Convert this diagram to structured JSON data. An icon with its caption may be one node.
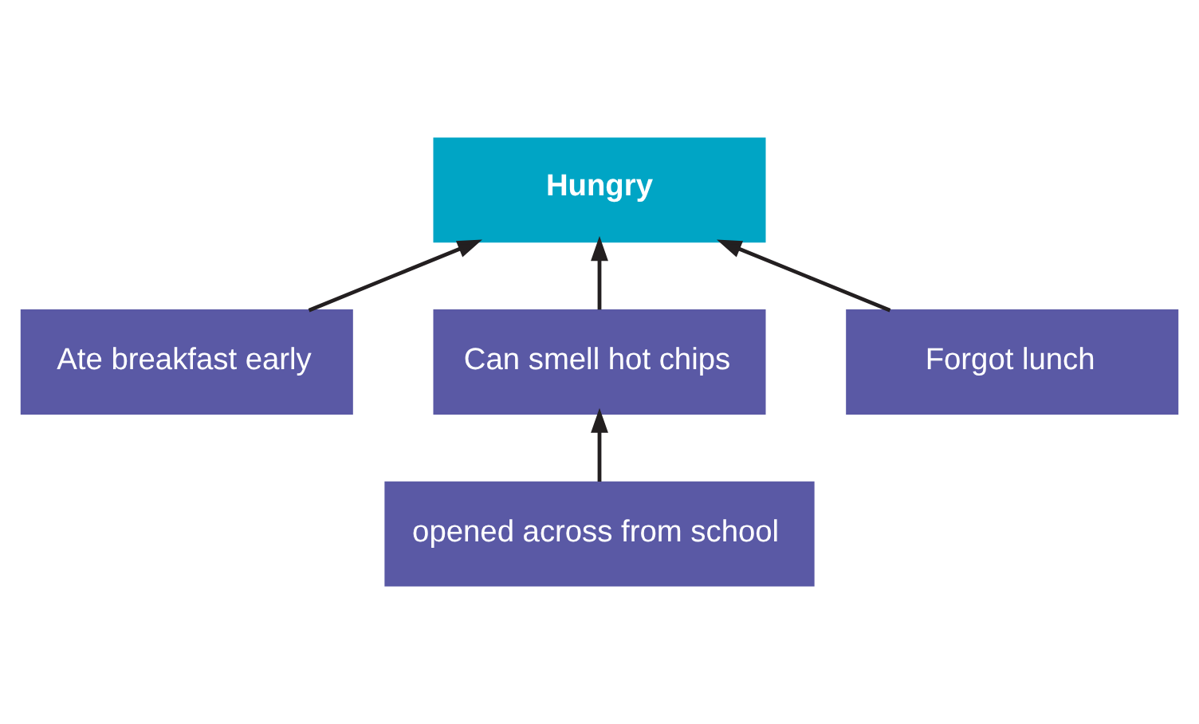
{
  "diagram": {
    "nodes": [
      {
        "text": [
          "Ate breakfast early"
        ]
      },
      {
        "text": [
          "Hungry"
        ]
      },
      {
        "text": [
          "Can smell hot chips"
        ]
      },
      {
        "text": [
          "Forgot lunch"
        ]
      },
      {
        "text": [
          "opened across from school"
        ]
      }
    ],
    "edges": [
      {
        "from": 0,
        "to": 1,
        "arrow": "to"
      },
      {
        "from": 2,
        "to": 1,
        "arrow": "to"
      },
      {
        "from": 3,
        "to": 1,
        "arrow": "to"
      },
      {
        "from": 4,
        "to": 2,
        "arrow": "to"
      }
    ]
  }
}
